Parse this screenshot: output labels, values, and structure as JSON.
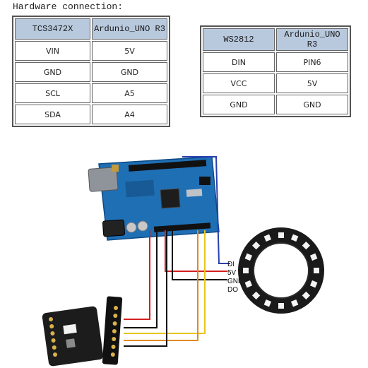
{
  "heading": "Hardware connection:",
  "table1": {
    "headers": [
      "TCS3472X",
      "Ardunio_UNO R3"
    ],
    "rows": [
      [
        "VIN",
        "5V"
      ],
      [
        "GND",
        "GND"
      ],
      [
        "SCL",
        "A5"
      ],
      [
        "SDA",
        "A4"
      ]
    ]
  },
  "table2": {
    "headers": [
      "WS2812",
      "Ardunio_UNO R3"
    ],
    "rows": [
      [
        "DIN",
        "PIN6"
      ],
      [
        "VCC",
        "5V"
      ],
      [
        "GND",
        "GND"
      ]
    ]
  },
  "ring_labels": [
    "DI",
    "5V",
    "GND",
    "DO"
  ],
  "colors": {
    "header_bg": "#b8c9de",
    "board_blue": "#1f6fb5",
    "wire_blue": "#2a3fb0",
    "wire_red": "#d42020",
    "wire_black": "#111111",
    "wire_orange": "#e08a1e",
    "wire_yellow": "#e8c51a"
  }
}
